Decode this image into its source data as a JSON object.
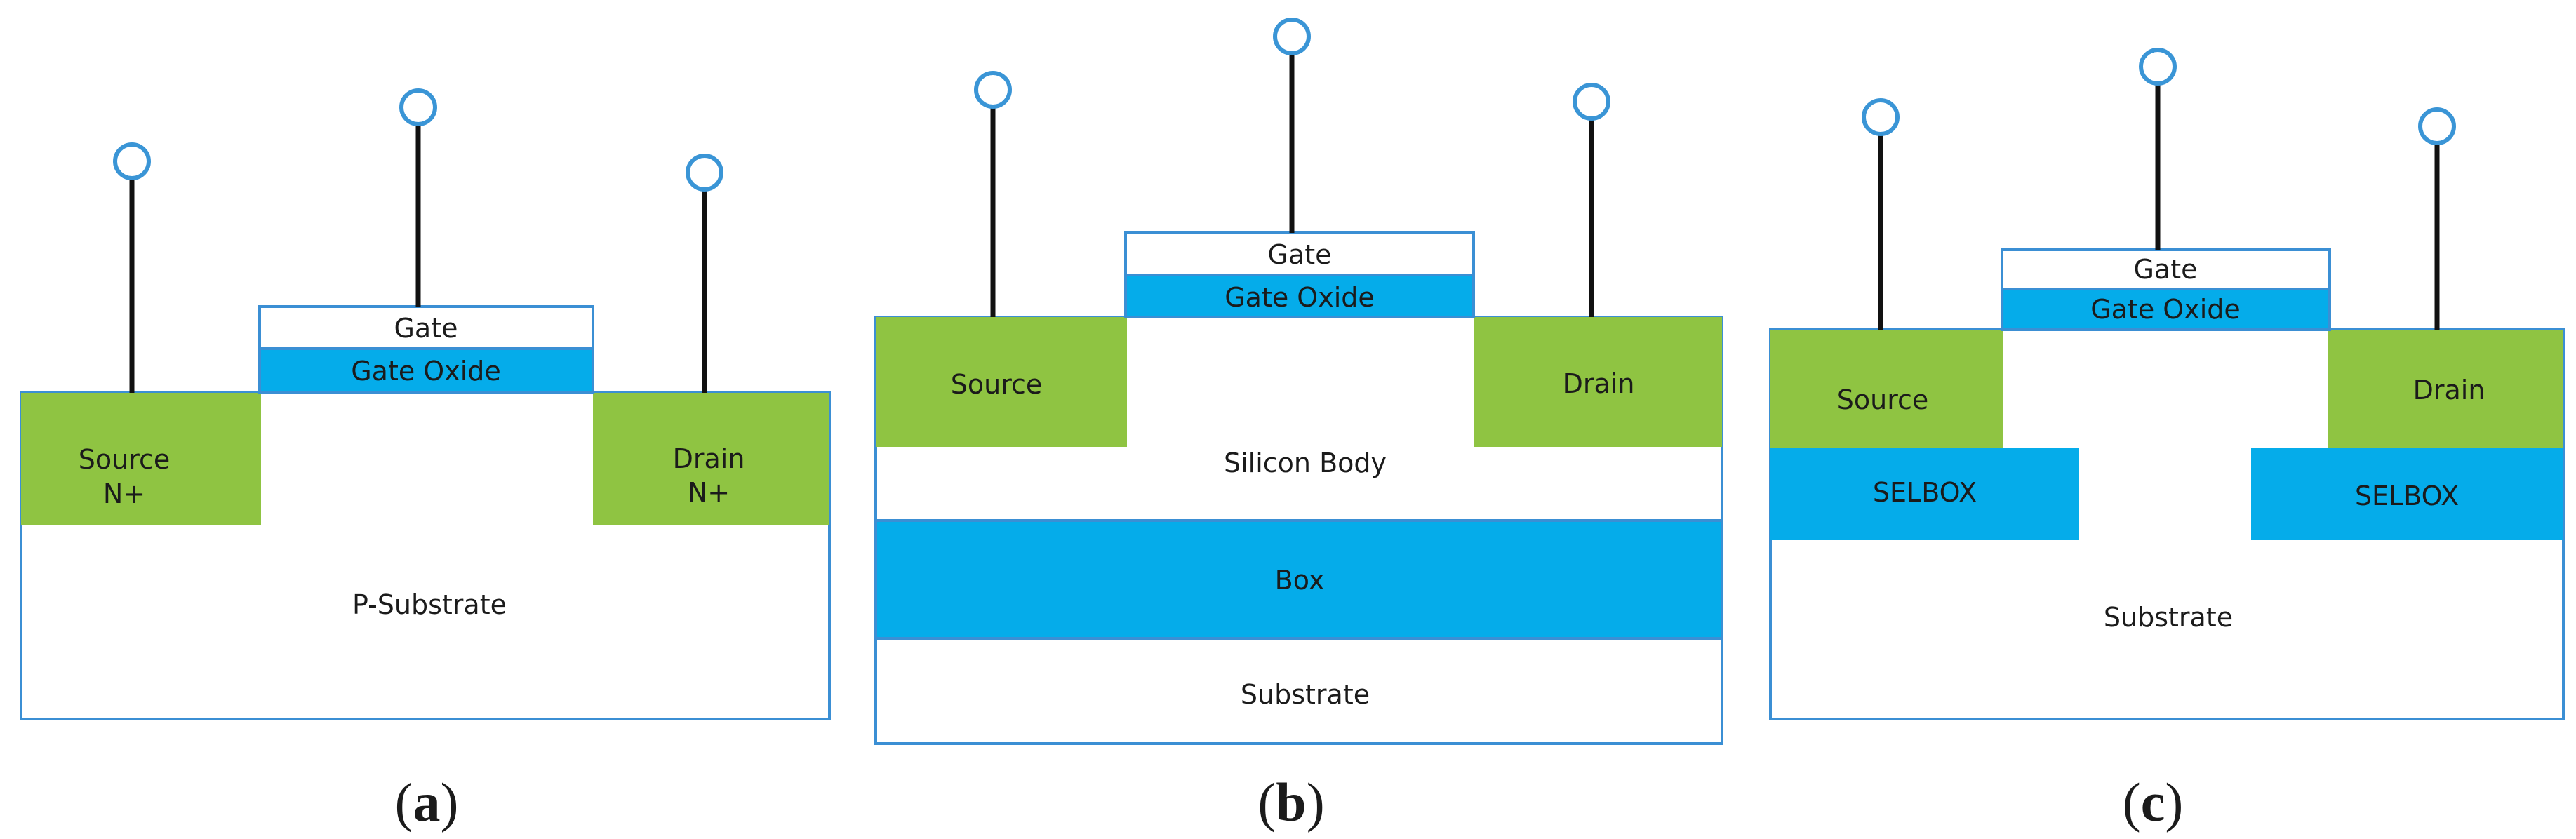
{
  "colors": {
    "green": "#8fc442",
    "blue": "#05acea",
    "outline": "#3b8fd4",
    "terminal_stroke": "#3a95d6",
    "lead": "#111111",
    "white": "#ffffff"
  },
  "panels": [
    {
      "id": "a",
      "caption_letter": "a",
      "gate": "Gate",
      "gate_oxide": "Gate Oxide",
      "source": [
        "Source",
        "N+"
      ],
      "drain": [
        "Drain",
        "N+"
      ],
      "substrate": "P-Substrate"
    },
    {
      "id": "b",
      "caption_letter": "b",
      "gate": "Gate",
      "gate_oxide": "Gate Oxide",
      "source": "Source",
      "drain": "Drain",
      "silicon_body": "Silicon Body",
      "box": "Box",
      "substrate": "Substrate"
    },
    {
      "id": "c",
      "caption_letter": "c",
      "gate": "Gate",
      "gate_oxide": "Gate Oxide",
      "source": "Source",
      "drain": "Drain",
      "selbox_left": "SELBOX",
      "selbox_right": "SELBOX",
      "substrate": "Substrate"
    }
  ],
  "terminal_icon": "circle-terminal"
}
